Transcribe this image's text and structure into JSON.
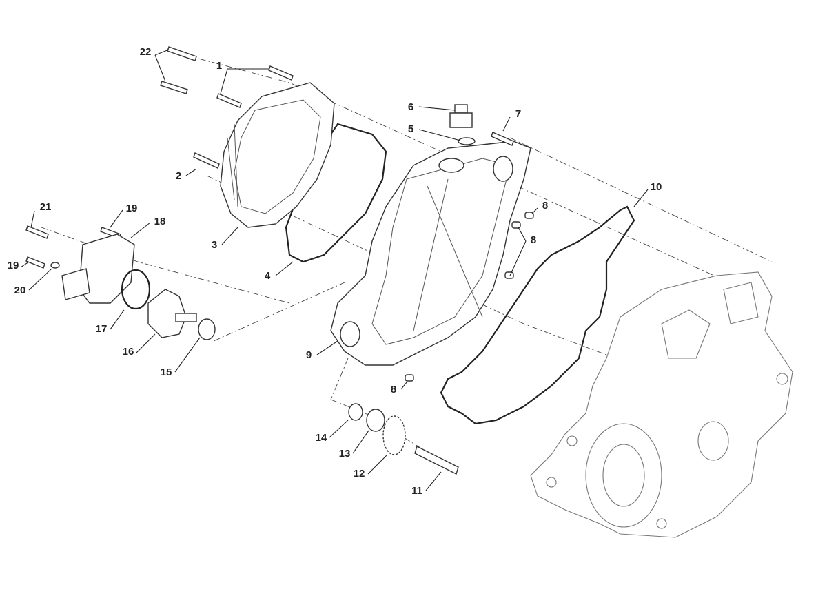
{
  "title": "Clutch cover exploded parts diagram",
  "labels": {
    "l22": "22",
    "l1": "1",
    "l6": "6",
    "l7": "7",
    "l5": "5",
    "l2": "2",
    "l10": "10",
    "l21": "21",
    "l19a": "19",
    "l18": "18",
    "l8a": "8",
    "l8b": "8",
    "l3": "3",
    "l19b": "19",
    "l20": "20",
    "l4": "4",
    "l17": "17",
    "l9": "9",
    "l16": "16",
    "l15": "15",
    "l8c": "8",
    "l14": "14",
    "l13": "13",
    "l12": "12",
    "l11": "11"
  },
  "colors": {
    "line": "#222222",
    "background": "#ffffff"
  }
}
